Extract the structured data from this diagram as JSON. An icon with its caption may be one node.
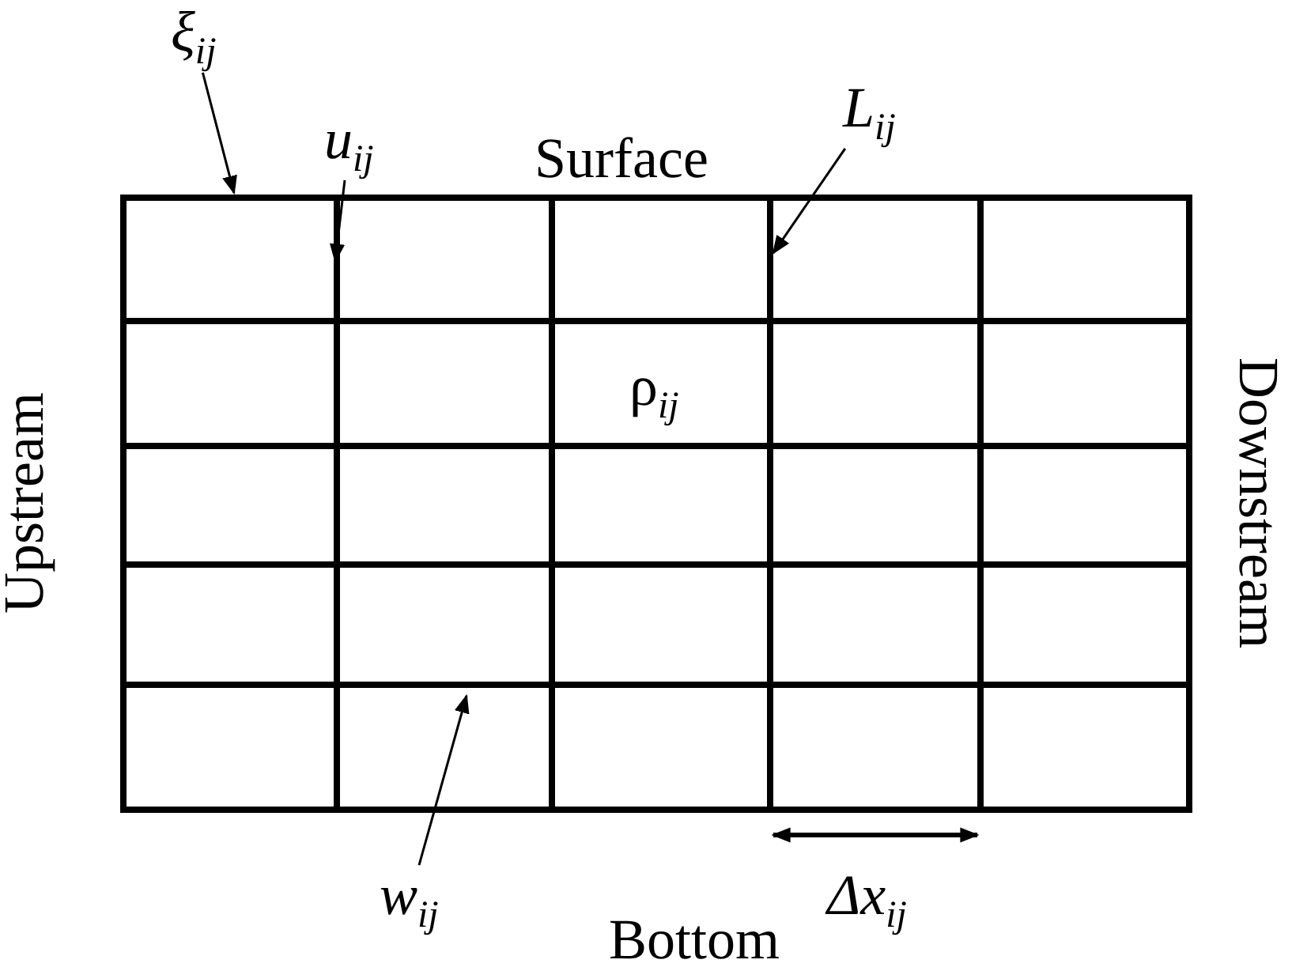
{
  "diagram": {
    "nodes": [
      {
        "text": [
          "ξ$_{ij}$"
        ]
      },
      {
        "text": [
          "u$_{ij}$"
        ]
      },
      {
        "text": [
          "L$_{ij}$"
        ]
      },
      {
        "text": [
          "w$_{ij}$"
        ]
      }
    ],
    "edges": [
      {
        "from": 0,
        "to": null,
        "arrow": "to"
      },
      {
        "from": 1,
        "to": null,
        "arrow": "to"
      },
      {
        "from": 2,
        "to": null,
        "arrow": "to"
      },
      {
        "from": 3,
        "to": null,
        "arrow": "to"
      }
    ],
    "labels": [
      "Surface",
      "Upstream",
      "ρ$_{ij}$",
      "Downstream",
      "Δx$_{ij}$",
      "Bottom"
    ]
  }
}
